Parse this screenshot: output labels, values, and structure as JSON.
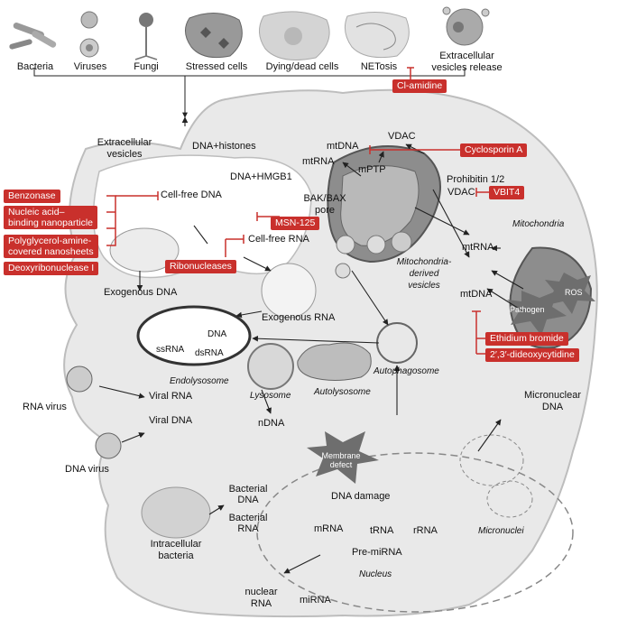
{
  "colors": {
    "inhibitor_box": "#c9302c",
    "cell_fill": "#eaeaea",
    "mito_fill": "#8a8a8a",
    "line": "#222222"
  },
  "top_sources": {
    "bacteria": "Bacteria",
    "viruses": "Viruses",
    "fungi": "Fungi",
    "stressed": "Stressed cells",
    "dying": "Dying/dead cells",
    "netosis": "NETosis",
    "ev_release_1": "Extracellular",
    "ev_release_2": "vesicles release"
  },
  "inhibitors": {
    "cl_amidine": "Cl-amidine",
    "cyclosporin": "Cyclosporin A",
    "vbit4": "VBIT4",
    "benzonase": "Benzonase",
    "nab_np_1": "Nucleic acid–",
    "nab_np_2": "binding nanoparticle",
    "pg_1": "Polyglycerol-amine-",
    "pg_2": "covered nanosheets",
    "dnase": "Deoxyribonuclease I",
    "msn": "MSN-125",
    "ribonucleases": "Ribonucleases",
    "ethidium": "Ethidium bromide",
    "ddc": "2′,3′-dideoxycytidine"
  },
  "labels": {
    "dna_histones": "DNA+histones",
    "ev_1": "Extracellular",
    "ev_2": "vesicles",
    "dna_hmgb1": "DNA+HMGB1",
    "cell_free_dna": "Cell-free DNA",
    "cell_free_rna": "Cell-free RNA",
    "bakbax_1": "BAK/BAX",
    "bakbax_2": "pore",
    "mtdna_top": "mtDNA",
    "vdac_top": "VDAC",
    "mtrna_left": "mtRNA",
    "mptp": "mPTP",
    "prohibitin": "Prohibitin 1/2",
    "vdac_right": "VDAC",
    "mitochondria": "Mitochondria",
    "mtrna_right": "mtRNA",
    "mtdna_right": "mtDNA",
    "mdv_1": "Mitochondria-",
    "mdv_2": "derived",
    "mdv_3": "vesicles",
    "ros": "ROS",
    "pathogen": "Pathogen",
    "exo_dna": "Exogenous DNA",
    "exo_rna": "Exogenous RNA",
    "ssrna": "ssRNA",
    "dna_endo": "DNA",
    "dsrna": "dsRNA",
    "endolysosome": "Endolysosome",
    "autophagosome": "Autophagosome",
    "lysosome": "Lysosome",
    "autolysosome": "Autolysosome",
    "micronuclear_1": "Micronuclear",
    "micronuclear_2": "DNA",
    "rna_virus": "RNA virus",
    "viral_rna": "Viral RNA",
    "viral_dna": "Viral DNA",
    "dna_virus": "DNA virus",
    "ndna": "nDNA",
    "membrane_1": "Membrane",
    "membrane_2": "defect",
    "dna_damage": "DNA damage",
    "bacterial_dna_1": "Bacterial",
    "bacterial_dna_2": "DNA",
    "bacterial_rna_1": "Bacterial",
    "bacterial_rna_2": "RNA",
    "intracellular_1": "Intracellular",
    "intracellular_2": "bacteria",
    "mrna": "mRNA",
    "trna": "tRNA",
    "rrna": "rRNA",
    "premirna": "Pre-miRNA",
    "nucleus": "Nucleus",
    "micronuclei": "Micronuclei",
    "nuclear_rna_1": "nuclear",
    "nuclear_rna_2": "RNA",
    "mirna": "miRNA"
  }
}
